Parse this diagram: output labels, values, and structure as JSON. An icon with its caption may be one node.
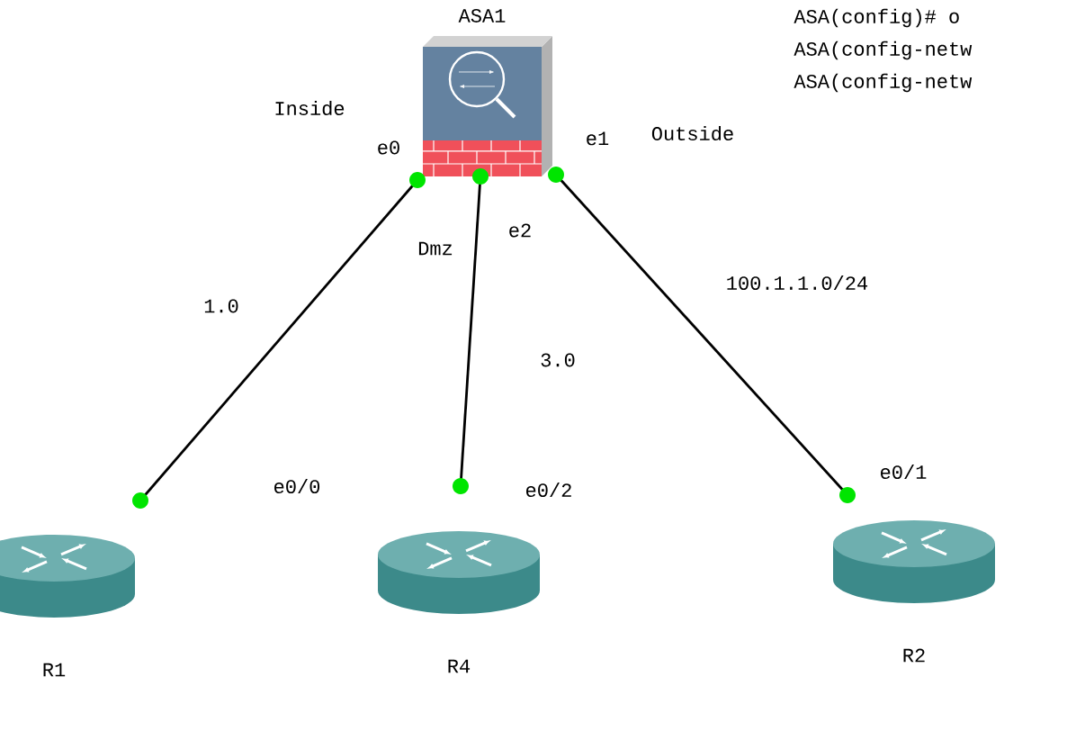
{
  "diagram": {
    "nodes": [
      {
        "text": [
          "ASA1"
        ]
      },
      {
        "text": [
          "R1"
        ]
      },
      {
        "text": [
          "R4"
        ]
      },
      {
        "text": [
          "R2"
        ]
      }
    ],
    "edges": [
      {
        "from": 0,
        "to": 1,
        "arrow": "none",
        "label": "1.0"
      },
      {
        "from": 0,
        "to": 2,
        "arrow": "none",
        "label": "3.0"
      },
      {
        "from": 0,
        "to": 3,
        "arrow": "none",
        "label": "100.1.1.0/24"
      }
    ],
    "labels": [
      "ASA(config)# o",
      "ASA(config-netw",
      "ASA(config-netw",
      "Inside",
      "e0",
      "e1",
      "Outside",
      "Dmz",
      "e2",
      "e0/0",
      "e0/2",
      "e0/1"
    ]
  }
}
